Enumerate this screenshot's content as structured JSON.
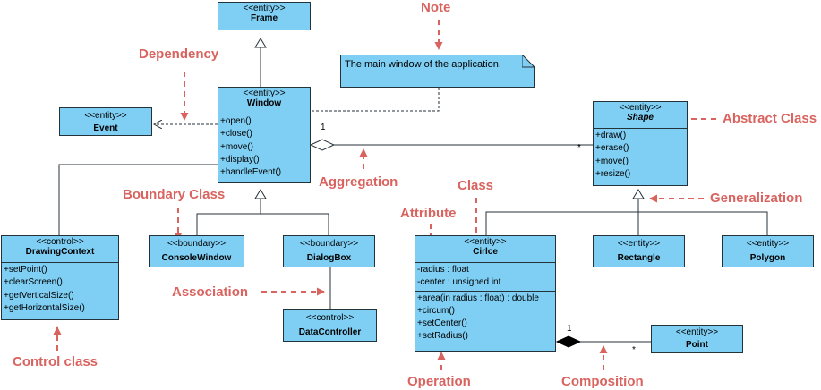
{
  "classes": {
    "frame": {
      "stereotype": "<<entity>>",
      "name": "Frame"
    },
    "window": {
      "stereotype": "<<entity>>",
      "name": "Window",
      "operations": [
        "+open()",
        "+close()",
        "+move()",
        "+display()",
        "+handleEvent()"
      ]
    },
    "event": {
      "stereotype": "<<entity>>",
      "name": "Event"
    },
    "shape": {
      "stereotype": "<<entity>>",
      "name": "Shape",
      "operations": [
        "+draw()",
        "+erase()",
        "+move()",
        "+resize()"
      ]
    },
    "drawing_context": {
      "stereotype": "<<control>>",
      "name": "DrawingContext",
      "operations": [
        "+setPoint()",
        "+clearScreen()",
        "+getVerticalSize()",
        "+getHorizontalSize()"
      ]
    },
    "console_window": {
      "stereotype": "<<boundary>>",
      "name": "ConsoleWindow"
    },
    "dialog_box": {
      "stereotype": "<<boundary>>",
      "name": "DialogBox"
    },
    "data_controller": {
      "stereotype": "<<control>>",
      "name": "DataController"
    },
    "circle": {
      "stereotype": "<<entity>>",
      "name": "Cirlce",
      "attributes": [
        "-radius : float",
        "-center : unsigned int"
      ],
      "operations": [
        "+area(in radius : float) : double",
        "+circum()",
        "+setCenter()",
        "+setRadius()"
      ]
    },
    "rectangle": {
      "stereotype": "<<entity>>",
      "name": "Rectangle"
    },
    "polygon": {
      "stereotype": "<<entity>>",
      "name": "Polygon"
    },
    "point": {
      "stereotype": "<<entity>>",
      "name": "Point"
    }
  },
  "note": {
    "text": "The main window of the application."
  },
  "annotations": {
    "note": "Note",
    "dependency": "Dependency",
    "abstract_class": "Abstract Class",
    "aggregation": "Aggregation",
    "generalization": "Generalization",
    "boundary_class": "Boundary Class",
    "class": "Class",
    "attribute": "Attribute",
    "association": "Association",
    "control_class": "Control class",
    "operation": "Operation",
    "composition": "Composition"
  },
  "multiplicities": {
    "aggregation_window": "1",
    "aggregation_shape": "*",
    "composition_circle": "1",
    "composition_point": "*"
  },
  "colors": {
    "box_fill": "#7fcff4",
    "box_border": "#24323a",
    "annotation": "#d9635f"
  }
}
